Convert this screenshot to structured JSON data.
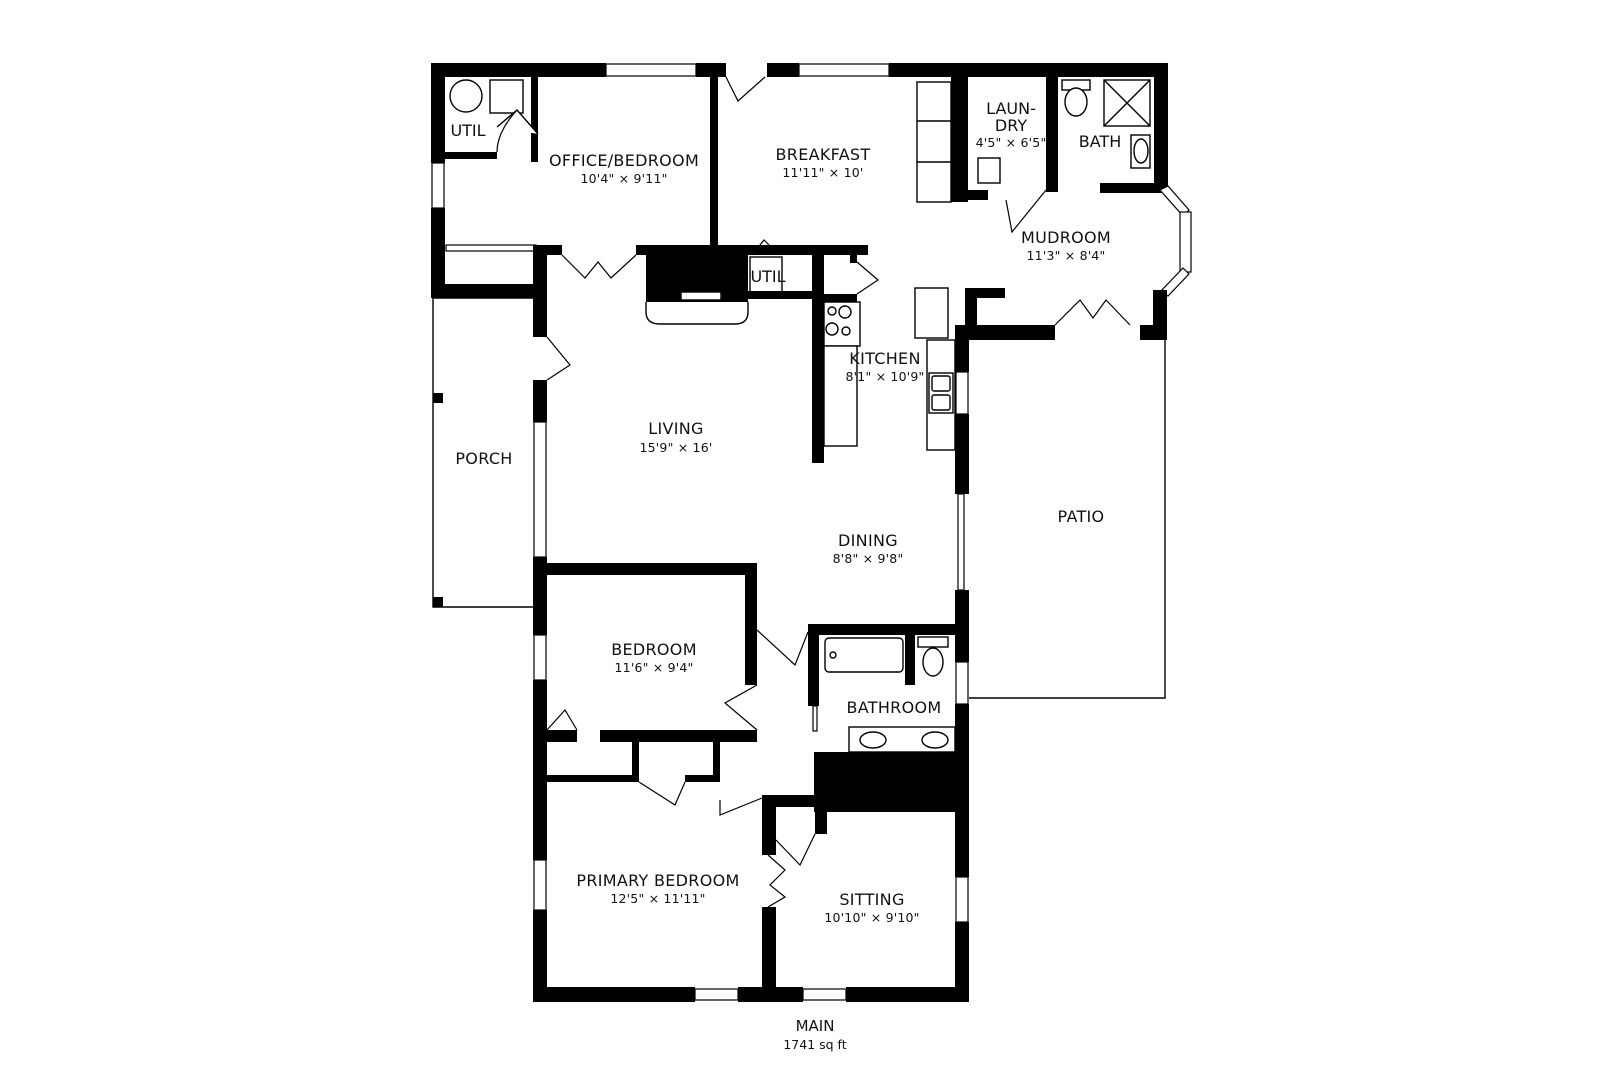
{
  "floor": {
    "name": "MAIN",
    "area": "1741 sq ft"
  },
  "rooms": {
    "util_nw": {
      "name": "UTIL"
    },
    "office_bedroom": {
      "name": "OFFICE/BEDROOM",
      "dims": "10'4\" × 9'11\""
    },
    "breakfast": {
      "name": "BREAKFAST",
      "dims": "11'11\" × 10'"
    },
    "laundry": {
      "name_line1": "LAUN-",
      "name_line2": "DRY",
      "dims": "4'5\" × 6'5\""
    },
    "bath": {
      "name": "BATH"
    },
    "mudroom": {
      "name": "MUDROOM",
      "dims": "11'3\" × 8'4\""
    },
    "util_center": {
      "name": "UTIL"
    },
    "kitchen": {
      "name": "KITCHEN",
      "dims": "8'1\" × 10'9\""
    },
    "living": {
      "name": "LIVING",
      "dims": "15'9\" × 16'"
    },
    "porch": {
      "name": "PORCH"
    },
    "dining": {
      "name": "DINING",
      "dims": "8'8\" × 9'8\""
    },
    "patio": {
      "name": "PATIO"
    },
    "bedroom": {
      "name": "BEDROOM",
      "dims": "11'6\" × 9'4\""
    },
    "bathroom": {
      "name": "BATHROOM"
    },
    "primary_bedroom": {
      "name": "PRIMARY BEDROOM",
      "dims": "12'5\" × 11'11\""
    },
    "sitting": {
      "name": "SITTING",
      "dims": "10'10\" × 9'10\""
    }
  },
  "colors": {
    "wall": "#000000",
    "background": "#ffffff",
    "text": "#111111"
  }
}
